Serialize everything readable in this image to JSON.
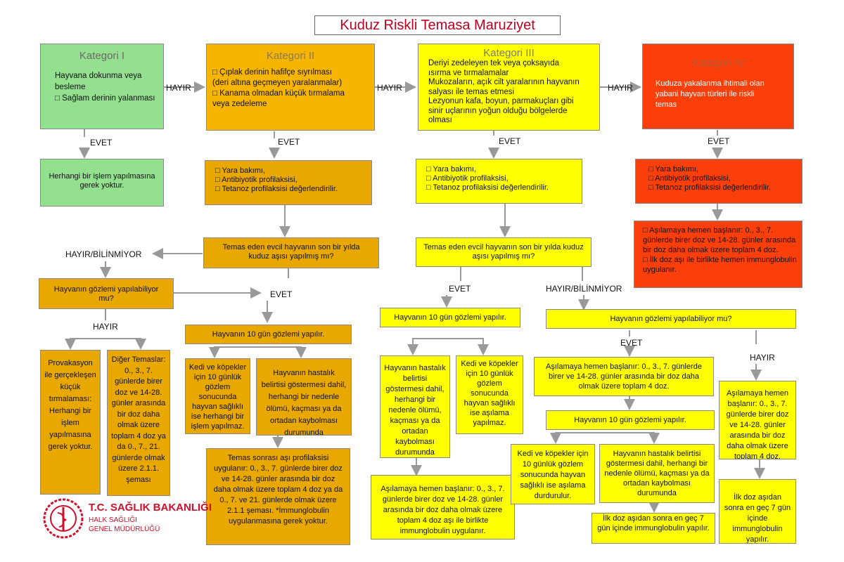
{
  "title": "Kuduz Riskli Temasa Maruziyet",
  "labels": {
    "hayir": "HAYIR",
    "evet": "EVET",
    "hayir_bilinmiyor": "HAYIR/BİLİNMİYOR"
  },
  "cat1": {
    "title": "Kategori I",
    "lines": [
      "Hayvana dokunma veya",
      "besleme",
      "□ Sağlam derinin yalanması"
    ],
    "result": "Herhangi bir işlem yapılmasına gerek yoktur."
  },
  "cat2": {
    "title": "Kategori II",
    "lines": [
      "□ Çıplak derinin hafifçe sıyrılması",
      "(deri altına geçmeyen yaralanmalar)",
      "□ Kanama olmadan küçük tırmalama",
      "veya zedeleme"
    ],
    "care": [
      "□ Yara bakımı,",
      "□ Antibiyotik profilaksisi,",
      "□ Tetanoz profilaksisi değerlendirilir."
    ],
    "question": "Temas eden evcil hayvanın son bir yılda kuduz aşısı yapılmış mı?",
    "observe_q": "Hayvanın gözlemi yapılabiliyor mu?",
    "provok": "Provakasyon ile gerçekleşen küçük tırmalaması: Herhangi bir işlem yapılmasına gerek yoktur.",
    "diger": "Diğer Temaslar: 0., 3., 7. günlerde birer doz ve 14-28. günler arasında bir doz daha olmak üzere toplam 4 doz ya da 0., 7., 21. günlerde olmak üzere 2.1.1. şeması",
    "observe10": "Hayvanın 10 gün gözlemi yapılır.",
    "dogs": "Kedi ve köpekler için 10 günlük gözlem sonucunda hayvan sağlıklı ise herhangi bir işlem yapılmaz.",
    "sick": "Hayvanın hastalık belirtisi göstermesi dahil, herhangi bir nedenle ölümü, kaçması ya da ortadan kaybolması durumunda",
    "prophylaxis": "Temas sonrası aşı profilaksisi uygulanır: 0., 3., 7. günlerde birer doz ve 14-28. günler arasında bir doz daha olmak üzere toplam 4 doz ya da 0., 7. ve 21. günlerde olmak üzere 2.1.1 şeması. *İmmunglobulin uygulanmasına gerek yoktur."
  },
  "cat3": {
    "title": "Kategori III",
    "lines": [
      "Deriyi zedeleyen tek veya çoksayıda",
      "ısırma ve tırmalamalar",
      "Mukozaların, açık cilt yaralarının hayvanın",
      "salyası ile temas etmesi",
      "Lezyonun kafa, boyun, parmakuçları gibi",
      "sinir uçlarının yoğun olduğu bölgelerde",
      "olması"
    ],
    "care": [
      "□ Yara bakımı,",
      "□ Antibiyotik profilaksisi,",
      "□ Tetanoz profilaksisi değerlendirilir."
    ],
    "question": "Temas eden evcil hayvanın son bir yılda kuduz aşısı yapılmış mı?",
    "observe10": "Hayvanın 10 gün gözlemi yapılır.",
    "sick": "Hayvanın hastalık belirtisi göstermesi dahil, herhangi bir nedenle ölümü, kaçması ya da ortadan kaybolması durumunda",
    "dogs": "Kedi ve köpekler için 10 günlük gözlem sonucunda hayvan sağlıklı ise aşılama yapılmaz.",
    "vacc_immune": "Aşılamaya hemen başlanır: 0., 3., 7. günlerde birer doz ve 14-28. günler arasında bir doz daha olmak üzere toplam 4 doz aşı ile birlikte immunglobulin uygulanır.",
    "observe_q": "Hayvanın gözlemi yapılabiliyor mu?",
    "vacc_start": "Aşılamaya hemen başlanır: 0., 3., 7. günlerde birer ve 14-28. günler arasında bir doz daha olmak üzere toplam 4 doz.",
    "observe10b": "Hayvanın 10 gün gözlemi yapılır.",
    "dogs2": "Kedi ve köpekler için 10 günlük gözlem sonucunda hayvan sağlıklı ise aşılama durdurulur.",
    "sick2": "Hayvanın hastalık belirtisi göstermesi dahil, herhangi bir nedenle ölümü, kaçması ya da ortadan kaybolması durumunda",
    "immune7": "İlk doz aşıdan sonra en geç 7 gün içinde immunglobulin yapılır.",
    "vacc_no": "Aşılamaya hemen başlanır: 0., 3., 7. günlerde birer doz ve 14-28. günler arasında bir doz daha olmak üzere toplam 4 doz.",
    "immune7b": "İlk doz aşıdan sonra en geç 7 gün içinde immunglobulin yapılır."
  },
  "cat4": {
    "title": "Kategori IV",
    "lines": [
      "Kuduza yakalanma ihtimali olan",
      "yabani hayvan türleri ile riskli",
      "temas"
    ],
    "care": [
      "□ Yara bakımı,",
      "□ Antibiyotik profilaksisi,",
      "□ Tetanoz profilaksisi değerlendirilir."
    ],
    "vacc": "□ Aşılamaya hemen başlanır: 0., 3., 7. günlerde birer doz ve 14-28. günler arasında bir doz daha olmak üzere toplam 4 doz.",
    "immune": "□ İlk doz aşı ile birlikte hemen immunglobulin uygulanır."
  },
  "logo": {
    "line1": "T.C. SAĞLIK BAKANLIĞI",
    "line2": "HALK SAĞLIĞI",
    "line3": "GENEL MÜDÜRLÜĞÜ"
  }
}
